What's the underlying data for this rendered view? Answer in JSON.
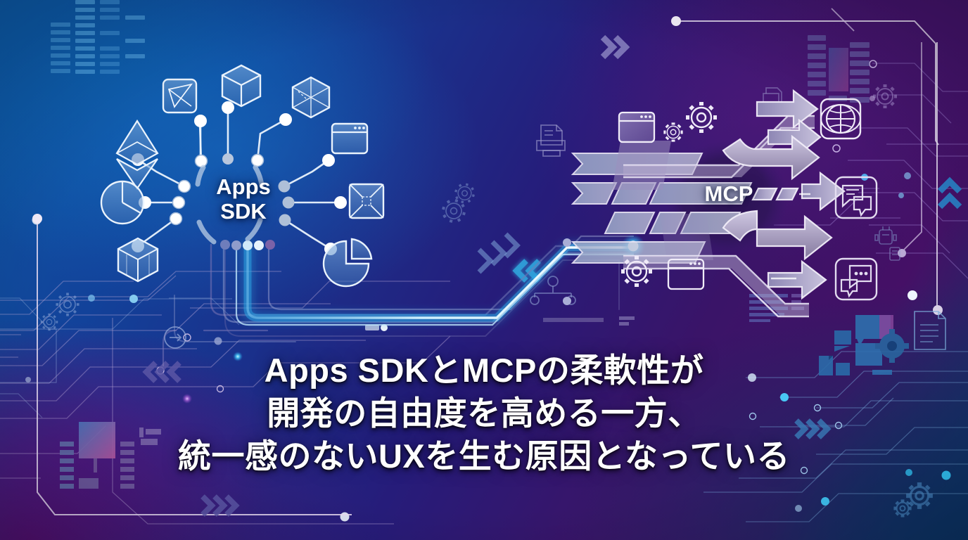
{
  "headline": {
    "line1": "Apps SDKとMCPの柔軟性が",
    "line2": "開発の自由度を高める一方、",
    "line3": "統一感のないUXを生む原因となっている"
  },
  "hubs": {
    "left": {
      "line1": "Apps",
      "line2": "SDK"
    },
    "right": {
      "label": "MCP"
    }
  },
  "left_cluster": {
    "icons": [
      {
        "name": "polygon-triangle-icon",
        "label": "polygon"
      },
      {
        "name": "cube-3d-icon",
        "label": "cube"
      },
      {
        "name": "hexagon-wireframe-icon",
        "label": "hexagon"
      },
      {
        "name": "browser-window-icon",
        "label": "browser window"
      },
      {
        "name": "ethereum-diamond-icon",
        "label": "ethereum"
      },
      {
        "name": "pie-chart-icon",
        "label": "pie chart"
      },
      {
        "name": "node-square-icon",
        "label": "node square"
      },
      {
        "name": "isometric-box-icon",
        "label": "isometric box"
      },
      {
        "name": "pie-slice-icon",
        "label": "pie slice"
      }
    ]
  },
  "right_cluster": {
    "icons": [
      {
        "name": "globe-icon",
        "label": "globe"
      },
      {
        "name": "chat-bubbles-icon",
        "label": "chat bubbles"
      },
      {
        "name": "chat-dots-icon",
        "label": "chat dots"
      },
      {
        "name": "gear-icon",
        "label": "gear"
      },
      {
        "name": "browser-window-icon",
        "label": "browser window"
      },
      {
        "name": "document-icon",
        "label": "document"
      },
      {
        "name": "arrow-right-icon",
        "label": "arrow"
      }
    ],
    "arrow_count": 5,
    "input_bar_count": 4
  },
  "background": {
    "motifs": [
      "circuit-traces",
      "data-bars",
      "gear-cluster",
      "chip-module",
      "chevron-arrows",
      "node-dots"
    ]
  },
  "colors": {
    "blue_left": "#0e59a6",
    "blue_mid": "#1b2f8a",
    "purple_top_right": "#43136b",
    "purple_bottom_left": "#4d0f6b",
    "navy_bottom_right": "#0b3263",
    "accent_cyan": "#4fd8ff",
    "icon_stroke": "#e8f1fb",
    "text_white": "#ffffff"
  }
}
